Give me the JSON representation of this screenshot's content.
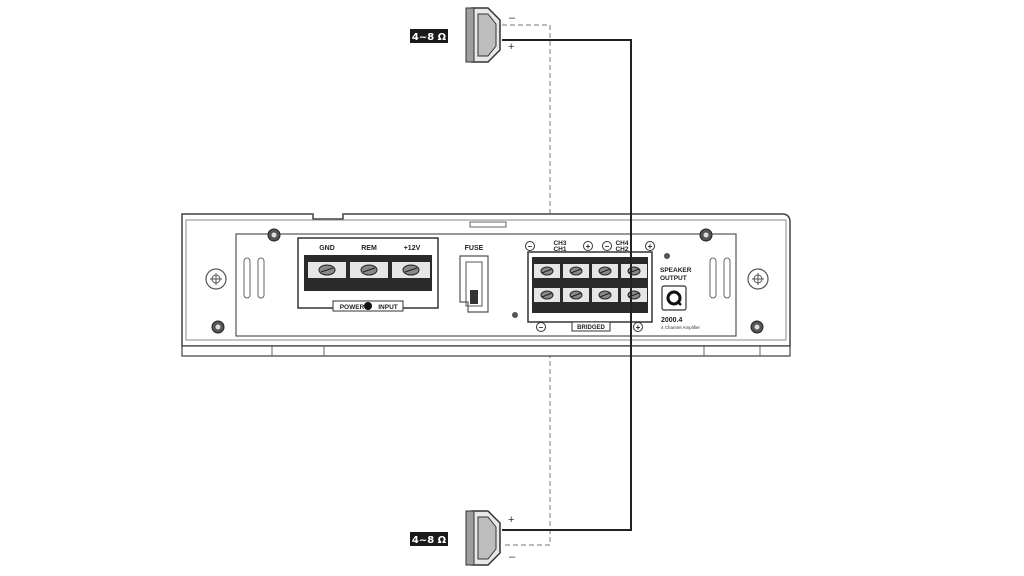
{
  "diagram": {
    "speakers": {
      "top": {
        "impedance": "4~8 Ω",
        "minus": "–",
        "plus": "+"
      },
      "bottom": {
        "impedance": "4~8 Ω",
        "minus": "–",
        "plus": "+"
      }
    },
    "amplifier": {
      "power_terminals": [
        "GND",
        "REM",
        "+12V"
      ],
      "power_input_left": "POWER",
      "power_input_right": "INPUT",
      "fuse_label": "FUSE",
      "channel_labels": [
        "CH3",
        "CH1",
        "CH4",
        "CH2"
      ],
      "polarity_top": [
        "–",
        "+",
        "–",
        "+"
      ],
      "polarity_bottom": [
        "–",
        "+"
      ],
      "bridged_label": "BRIDGED",
      "speaker_output_label": [
        "SPEAKER",
        "OUTPUT"
      ],
      "model": "2000.4",
      "model_subtitle": "4 Channel Amplifier"
    }
  },
  "colors": {
    "line": "#333333",
    "wire": "#222222",
    "terminal_block": "#2a2a2a",
    "impedance_badge": "#1a1a1a"
  }
}
